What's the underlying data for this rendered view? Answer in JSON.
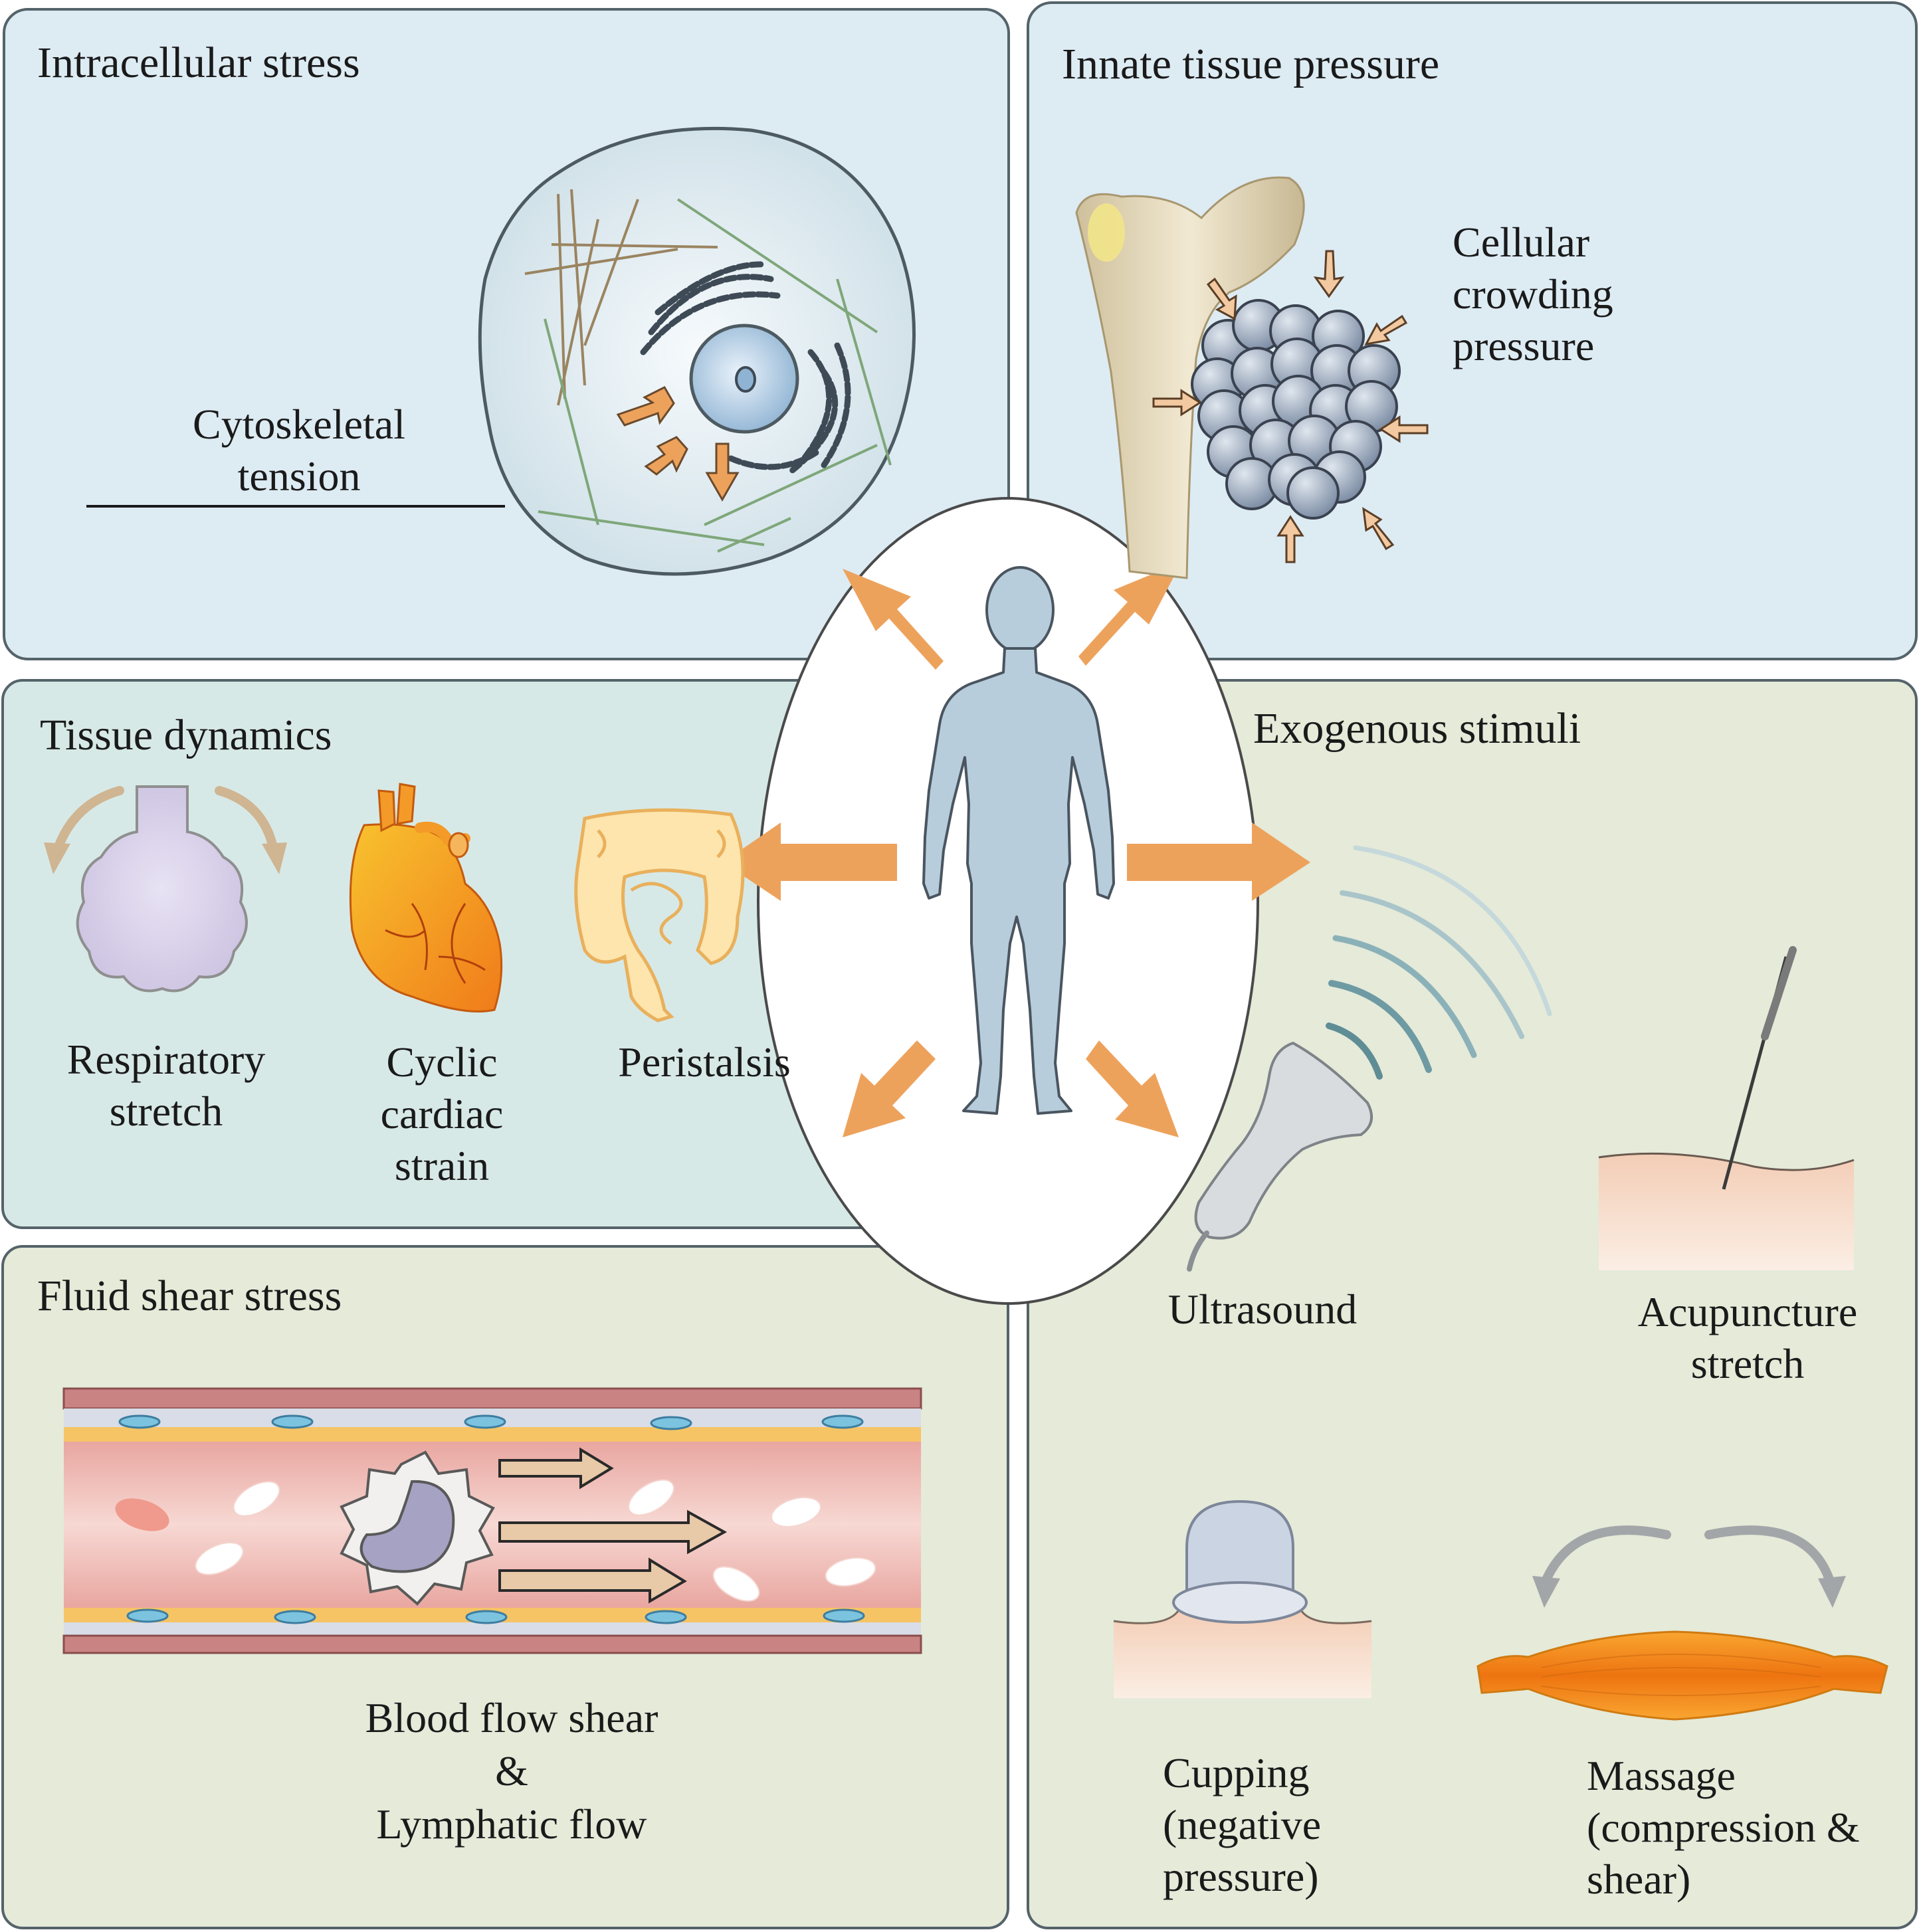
{
  "panels": {
    "intracellular": {
      "title": "Intracellular stress",
      "label_line1": "Cytoskeletal",
      "label_line2": "tension"
    },
    "innate": {
      "title": "Innate tissue pressure",
      "label_line1": "Cellular",
      "label_line2": "crowding",
      "label_line3": "pressure"
    },
    "tissue": {
      "title": "Tissue dynamics",
      "respiratory_line1": "Respiratory",
      "respiratory_line2": "stretch",
      "cardiac_line1": "Cyclic",
      "cardiac_line2": "cardiac",
      "cardiac_line3": "strain",
      "peristalsis": "Peristalsis"
    },
    "fluid": {
      "title": "Fluid shear stress",
      "label_line1": "Blood flow shear",
      "label_line2": "&",
      "label_line3": "Lymphatic flow"
    },
    "exogenous": {
      "title": "Exogenous stimuli",
      "ultrasound": "Ultrasound",
      "acupuncture_line1": "Acupuncture",
      "acupuncture_line2": "stretch",
      "cupping_line1": "Cupping",
      "cupping_line2": "(negative",
      "cupping_line3": "pressure)",
      "massage_line1": "Massage",
      "massage_line2": "(compression &",
      "massage_line3": "shear)"
    }
  },
  "colors": {
    "panel_blue": "#ddebf3",
    "panel_teal": "#d7e9e7",
    "panel_green": "#e5ead9",
    "arrow_orange": "#eda25c",
    "body_blue": "#b7cddb"
  }
}
